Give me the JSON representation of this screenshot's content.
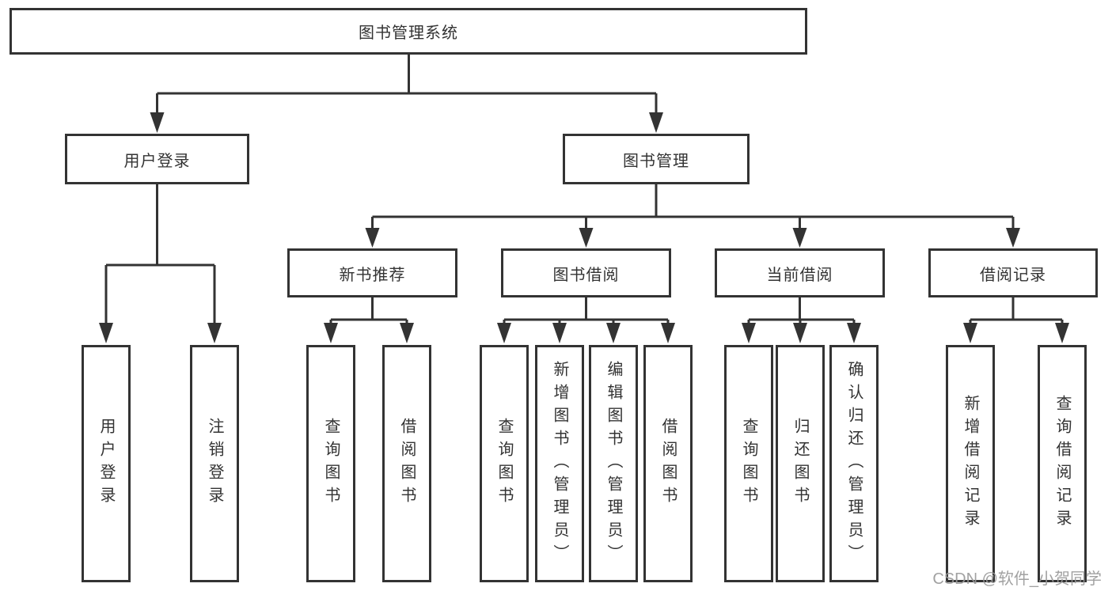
{
  "diagram": {
    "root": {
      "label": "图书管理系统"
    },
    "groups": [
      {
        "label": "用户登录",
        "children": [
          {
            "label": "用户登录"
          },
          {
            "label": "注销登录"
          }
        ]
      },
      {
        "label": "图书管理",
        "sections": [
          {
            "label": "新书推荐",
            "children": [
              {
                "label": "查询图书"
              },
              {
                "label": "借阅图书"
              }
            ]
          },
          {
            "label": "图书借阅",
            "children": [
              {
                "label": "查询图书"
              },
              {
                "label": "新增图书（管理员）"
              },
              {
                "label": "编辑图书（管理员）"
              },
              {
                "label": "借阅图书"
              }
            ]
          },
          {
            "label": "当前借阅",
            "children": [
              {
                "label": "查询图书"
              },
              {
                "label": "归还图书"
              },
              {
                "label": "确认归还（管理员）"
              }
            ]
          },
          {
            "label": "借阅记录",
            "children": [
              {
                "label": "新增借阅记录"
              },
              {
                "label": "查询借阅记录"
              }
            ]
          }
        ]
      }
    ]
  },
  "watermark": {
    "text": "CSDN @软件_小贺同学"
  },
  "colors": {
    "line": "#333333",
    "text": "#333333",
    "box_background": "#ffffff",
    "watermark": "#9a9a9a",
    "page_background": "#ffffff"
  }
}
